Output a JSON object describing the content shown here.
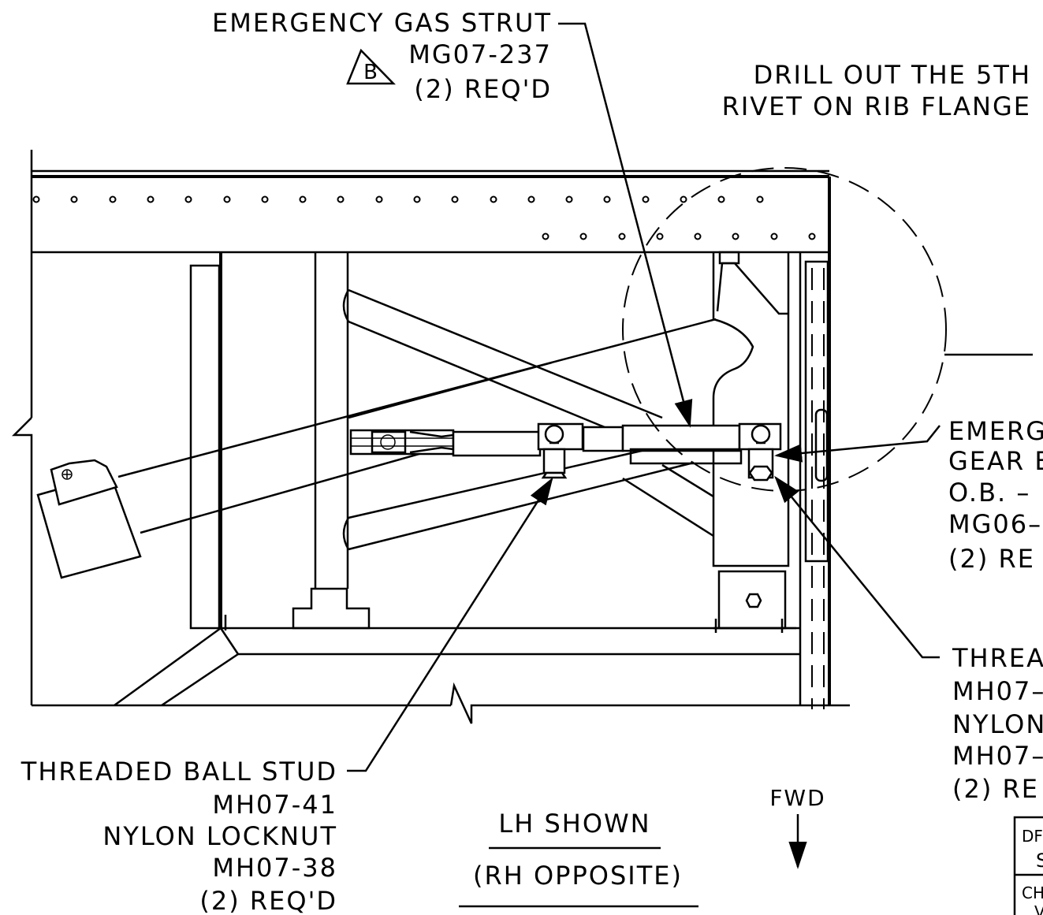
{
  "callouts": {
    "gas_strut": {
      "title": "EMERGENCY GAS STRUT",
      "part_number": "MG07-237",
      "revision": "B",
      "quantity": "(2) REQ'D"
    },
    "drill_note": {
      "line1": "DRILL OUT THE 5TH",
      "line2": "RIVET ON RIB FLANGE"
    },
    "gear_bracket": {
      "line1": "EMERG",
      "line2": "GEAR E",
      "line3": "O.B. –",
      "line4": "MG06–",
      "line5": "(2) RE"
    },
    "ball_stud_right": {
      "line1": "THREA",
      "line2": "MH07–",
      "line3": "NYLON",
      "line4": "MH07–",
      "line5": "(2) RE"
    },
    "ball_stud_left": {
      "title": "THREADED BALL STUD",
      "stud_part": "MH07-41",
      "nut_title": "NYLON LOCKNUT",
      "nut_part": "MH07-38",
      "quantity": "(2) REQ'D"
    }
  },
  "view_note": {
    "line1": "LH SHOWN",
    "line2": "(RH OPPOSITE)"
  },
  "direction": {
    "label": "FWD"
  },
  "title_block": {
    "cell1_line1": "DF",
    "cell1_line2": "S",
    "cell2_line1": "CH",
    "cell2_line2": "V"
  }
}
